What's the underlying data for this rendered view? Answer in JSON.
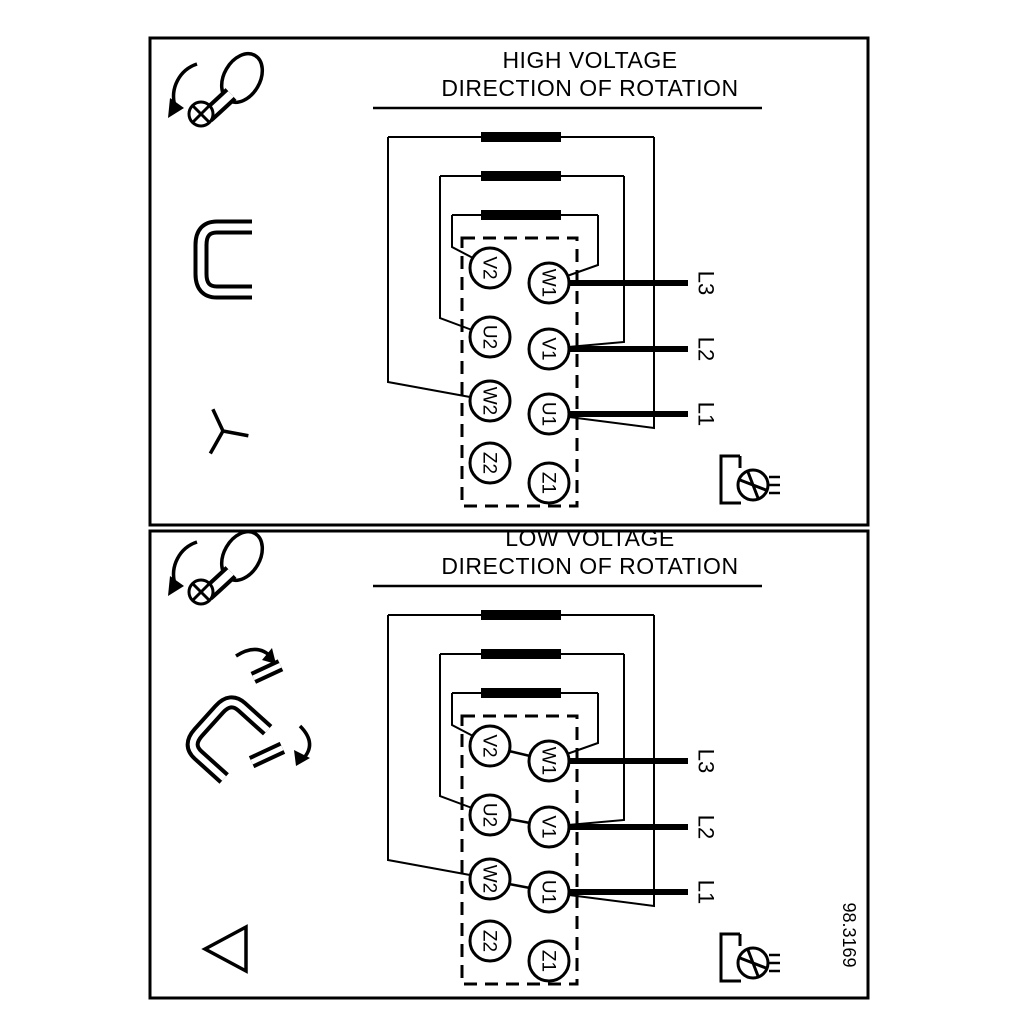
{
  "colors": {
    "line": "#000000",
    "background": "#ffffff"
  },
  "figure": {
    "number": "98.3169"
  },
  "terminals": {
    "left": [
      "V2",
      "U2",
      "W2",
      "Z2"
    ],
    "right": [
      "W1",
      "V1",
      "U1",
      "Z1"
    ]
  },
  "supply_lines": [
    "L3",
    "L2",
    "L1"
  ],
  "panels": [
    {
      "id": "high-voltage",
      "title_line1": "HIGH VOLTAGE",
      "title_line2": "DIRECTION OF ROTATION",
      "connection": "star",
      "icons": [
        "screw-rotation-icon",
        "jumper-strap-icon",
        "star-connection-icon",
        "terminal-screw-icon"
      ]
    },
    {
      "id": "low-voltage",
      "title_line1": "LOW VOLTAGE",
      "title_line2": "DIRECTION OF ROTATION",
      "connection": "delta",
      "icons": [
        "screw-rotation-icon",
        "jumper-straps-reposition-icon",
        "delta-connection-icon",
        "terminal-screw-icon"
      ]
    }
  ]
}
